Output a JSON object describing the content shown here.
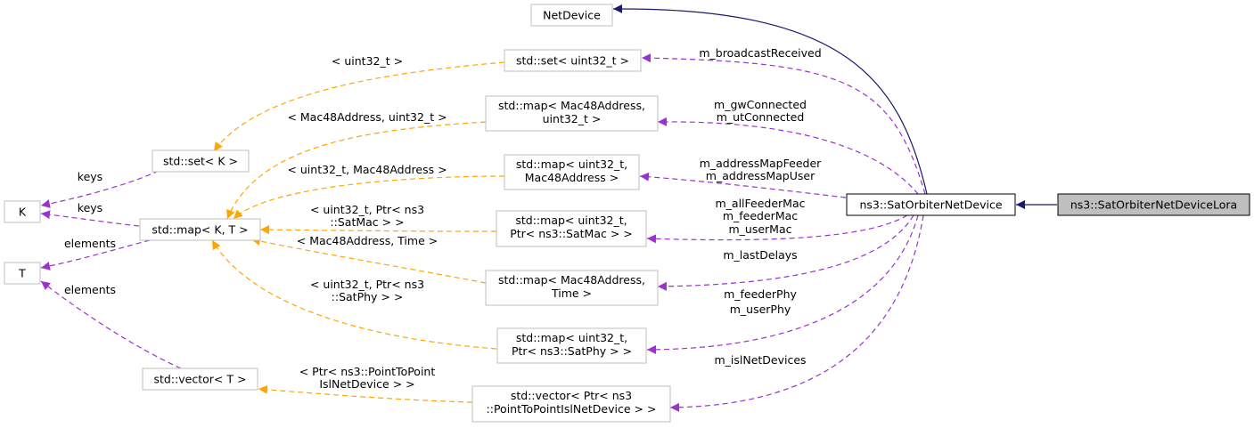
{
  "nodes": {
    "net_device": "NetDevice",
    "set_uint32": "std::set< uint32_t >",
    "map_mac48_uint32": [
      "std::map< Mac48Address,",
      "uint32_t >"
    ],
    "map_uint32_mac48": [
      "std::map< uint32_t,",
      "Mac48Address >"
    ],
    "map_uint32_satmac": [
      "std::map< uint32_t,",
      "Ptr< ns3::SatMac > >"
    ],
    "map_mac48_time": [
      "std::map< Mac48Address,",
      "Time >"
    ],
    "map_uint32_satphy": [
      "std::map< uint32_t,",
      "Ptr< ns3::SatPhy > >"
    ],
    "vector_ptr_isl": [
      "std::vector< Ptr< ns3",
      "::PointToPointIslNetDevice > >"
    ],
    "set_k": "std::set< K >",
    "map_k_t": "std::map< K, T >",
    "vector_t": "std::vector< T >",
    "k": "K",
    "t": "T",
    "sat_orbiter_net_device": "ns3::SatOrbiterNetDevice",
    "sat_orbiter_net_device_lora": "ns3::SatOrbiterNetDeviceLora"
  },
  "edge_labels": {
    "set_to_setk": "< uint32_t >",
    "map_mac48_uint32_tmpl": "< Mac48Address, uint32_t >",
    "map_uint32_mac48_tmpl": "< uint32_t, Mac48Address >",
    "map_satmac_tmpl": [
      "< uint32_t, Ptr< ns3",
      "::SatMac > >"
    ],
    "map_mac48_time_tmpl": "< Mac48Address, Time >",
    "map_satphy_tmpl": [
      "< uint32_t, Ptr< ns3",
      "::SatPhy > >"
    ],
    "vector_isl_tmpl": [
      "< Ptr< ns3::PointToPoint",
      "IslNetDevice > >"
    ],
    "setk_keys": "keys",
    "mapkt_keys": "keys",
    "mapkt_elements": "elements",
    "vector_elements": "elements",
    "broadcast_received": "m_broadcastReceived",
    "connected": [
      "m_gwConnected",
      "m_utConnected"
    ],
    "address_map": [
      "m_addressMapFeeder",
      "m_addressMapUser"
    ],
    "macs": [
      "m_allFeederMac",
      "m_feederMac",
      "m_userMac"
    ],
    "last_delays": "m_lastDelays",
    "phys": [
      "m_feederPhy",
      "m_userPhy"
    ],
    "isl_net_devices": "m_islNetDevices"
  },
  "colors": {
    "inheritance": "#191970",
    "usage": "#9a32cd",
    "template": "#ffa500",
    "node_border_gray": "#bfbfbf",
    "highlight_fill": "#bfbfbf"
  }
}
